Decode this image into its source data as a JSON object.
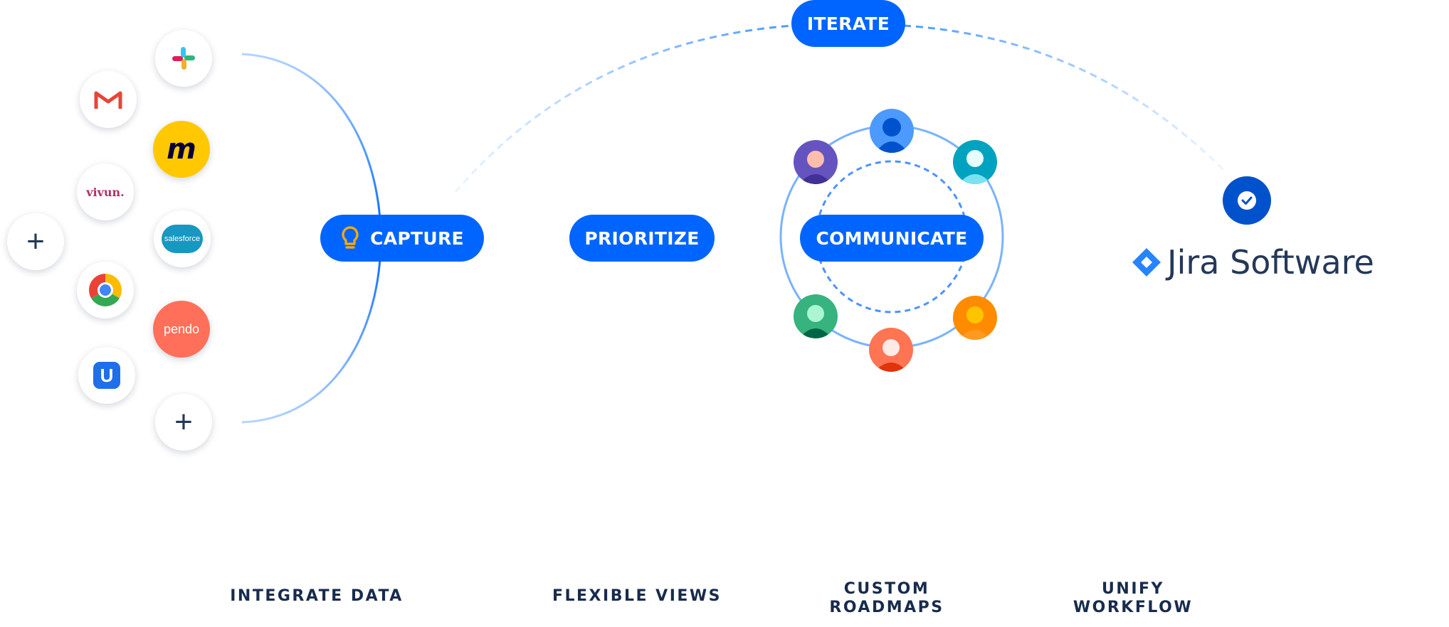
{
  "stages": {
    "capture": "CAPTURE",
    "prioritize": "PRIORITIZE",
    "communicate": "COMMUNICATE",
    "iterate": "ITERATE"
  },
  "integrations": {
    "miro_mark": "m",
    "vivun": "vivun.",
    "salesforce": "salesforce",
    "pendo": "pendo",
    "uservoice_mark": "U",
    "plus": "+"
  },
  "product": {
    "name": "Jira Software"
  },
  "features": [
    {
      "line1": "INTEGRATE DATA",
      "line2": ""
    },
    {
      "line1": "FLEXIBLE VIEWS",
      "line2": ""
    },
    {
      "line1": "CUSTOM",
      "line2": "ROADMAPS"
    },
    {
      "line1": "UNIFY",
      "line2": "WORKFLOW"
    }
  ],
  "colors": {
    "primary": "#0065FF",
    "text": "#172B4D",
    "jira_blue": "#2684FF",
    "line_light": "#B3D4FF"
  }
}
